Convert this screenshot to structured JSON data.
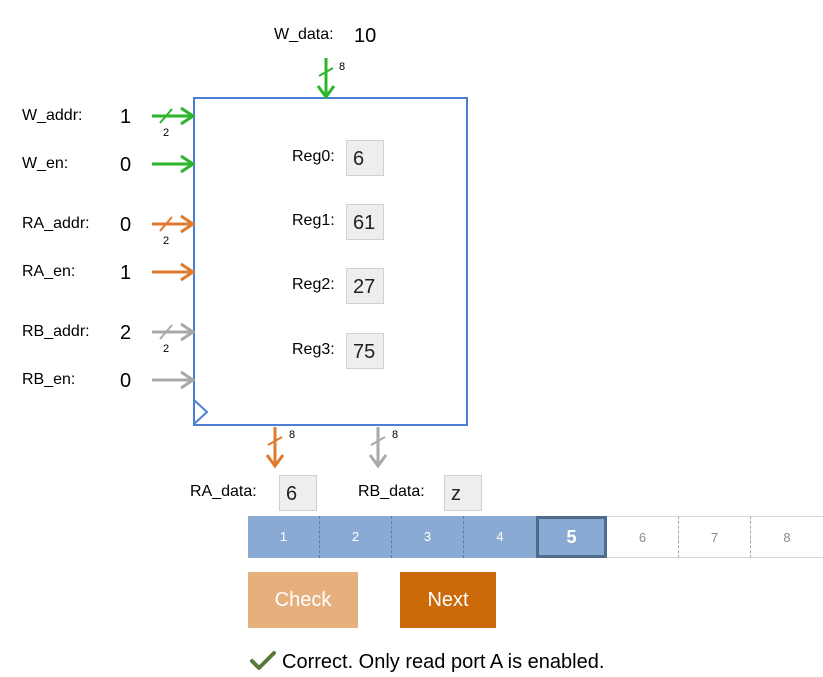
{
  "inputs": {
    "w_data": {
      "label": "W_data:",
      "value": "10",
      "width": "8"
    },
    "w_addr": {
      "label": "W_addr:",
      "value": "1",
      "width": "2"
    },
    "w_en": {
      "label": "W_en:",
      "value": "0"
    },
    "ra_addr": {
      "label": "RA_addr:",
      "value": "0",
      "width": "2"
    },
    "ra_en": {
      "label": "RA_en:",
      "value": "1"
    },
    "rb_addr": {
      "label": "RB_addr:",
      "value": "2",
      "width": "2"
    },
    "rb_en": {
      "label": "RB_en:",
      "value": "0"
    }
  },
  "registers": [
    {
      "label": "Reg0:",
      "value": "6"
    },
    {
      "label": "Reg1:",
      "value": "61"
    },
    {
      "label": "Reg2:",
      "value": "27"
    },
    {
      "label": "Reg3:",
      "value": "75"
    }
  ],
  "outputs": {
    "ra_data": {
      "label": "RA_data:",
      "value": "6",
      "width": "8"
    },
    "rb_data": {
      "label": "RB_data:",
      "value": "z",
      "width": "8"
    }
  },
  "progress": {
    "steps": [
      "1",
      "2",
      "3",
      "4",
      "5",
      "6",
      "7",
      "8"
    ],
    "current": 5
  },
  "buttons": {
    "check": "Check",
    "next": "Next"
  },
  "feedback": {
    "text": "Correct. Only read port A is enabled."
  },
  "colors": {
    "write": "#2bb52b",
    "read_a": "#e07a2e",
    "read_b": "#a9a9a9",
    "block_border": "#4a7fd4",
    "check_btn": "#e6b07e",
    "next_btn": "#cc6a0a",
    "checkmark": "#5a7a3a"
  }
}
